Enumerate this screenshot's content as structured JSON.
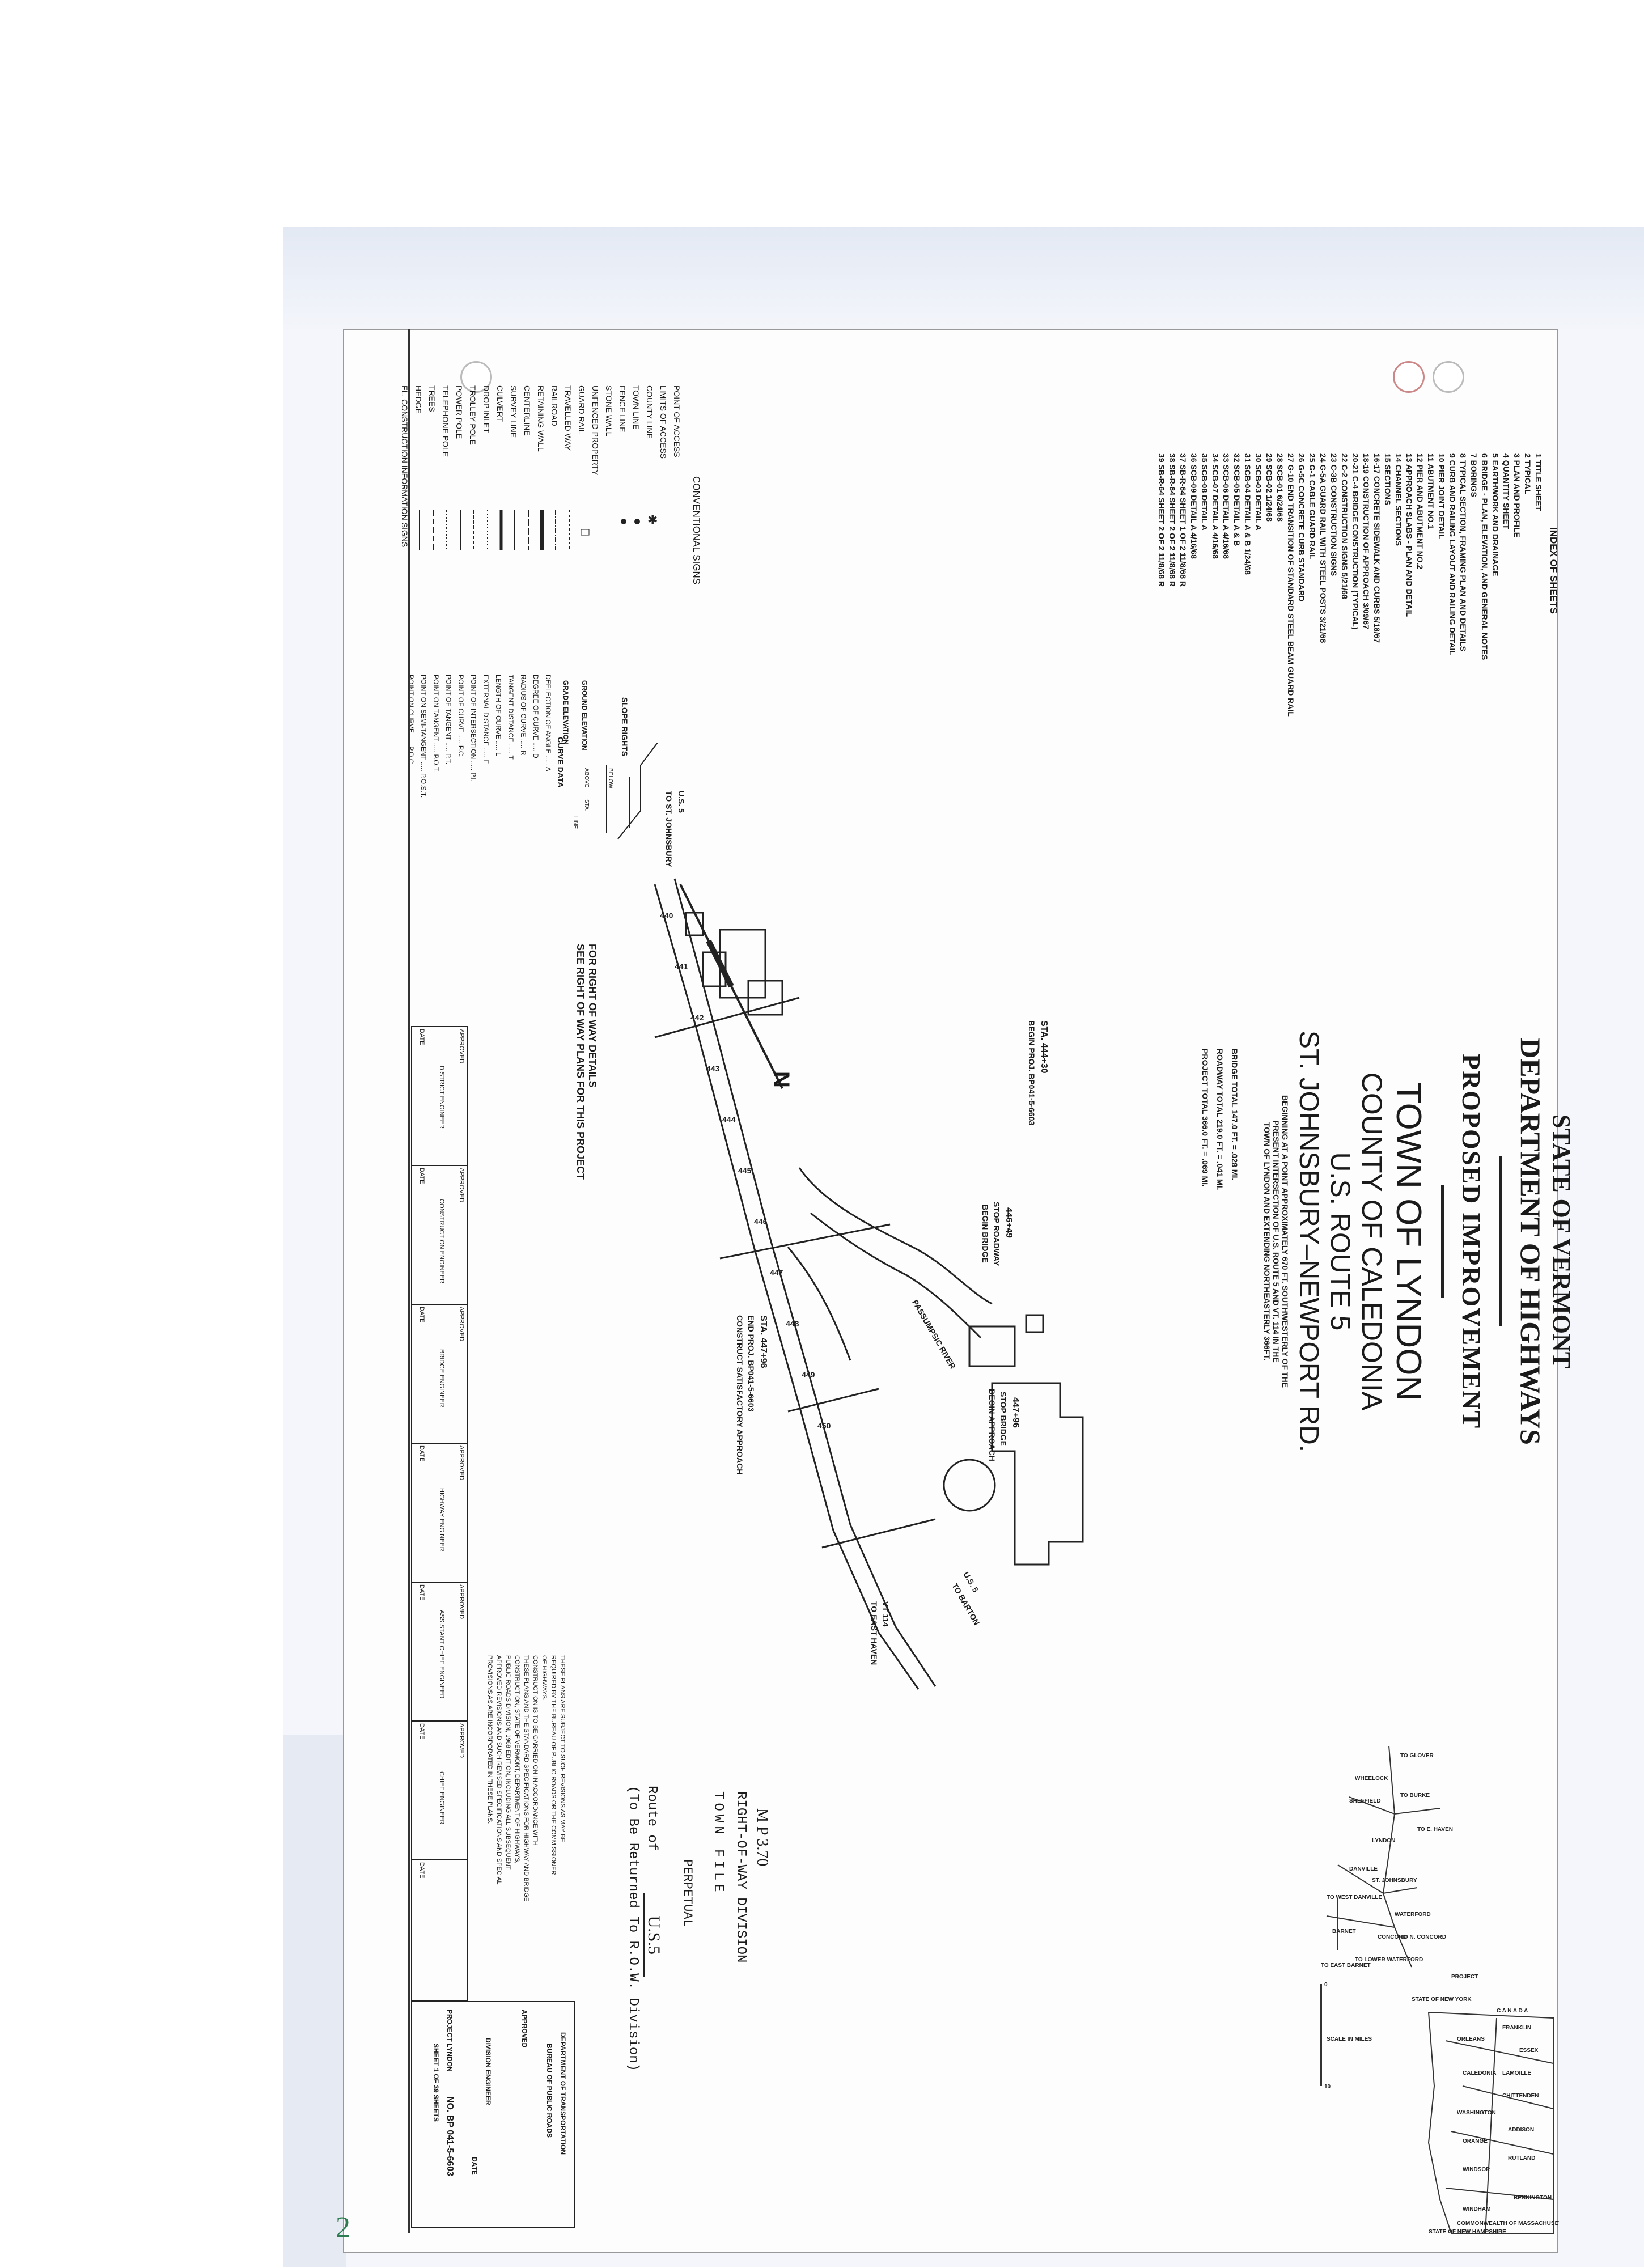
{
  "page_number": "2",
  "title_block": {
    "state": "STATE OF VERMONT",
    "department": "DEPARTMENT OF HIGHWAYS",
    "proposed": "PROPOSED IMPROVEMENT",
    "town": "TOWN OF LYNDON",
    "county": "COUNTY OF CALEDONIA",
    "route": "U.S. ROUTE 5",
    "road": "ST. JOHNSBURY–NEWPORT RD.",
    "desc_lines": [
      "BEGINNING AT A POINT APPROXIMATELY 670 FT. SOUTHWESTERLY OF THE",
      "PRESENT INTERSECTION OF U.S. ROUTE 5 AND VT. 114 IN THE",
      "TOWN OF LYNDON AND EXTENDING NORTHEASTERLY 366FT."
    ],
    "totals": [
      "BRIDGE TOTAL   147.0 FT. = .028 MI.",
      "ROADWAY TOTAL   219.0 FT. = .041 MI.",
      "PROJECT TOTAL   366.0 FT. = .069 MI."
    ]
  },
  "index": {
    "heading": "INDEX OF SHEETS",
    "rows": [
      "1  TITLE SHEET",
      "2  TYPICAL",
      "3  PLAN AND PROFILE",
      "4  QUANTITY SHEET",
      "5  EARTHWORK AND DRAINAGE",
      "6  BRIDGE - PLAN, ELEVATION, AND GENERAL NOTES",
      "7    BORINGS",
      "8    TYPICAL SECTION, FRAMING PLAN AND DETAILS",
      "9    CURB AND RAILING LAYOUT AND RAILING DETAIL",
      "10   PIER JOINT DETAIL",
      "11   ABUTMENT NO.1",
      "12   PIER AND ABUTMENT NO.2",
      "13   APPROACH SLABS - PLAN AND DETAIL",
      "14  CHANNEL SECTIONS",
      "15  SECTIONS",
      "16-17  CONCRETE SIDEWALK AND CURBS 5/18/67",
      "18-19  CONSTRUCTION OF APPROACH 3/09/67",
      "20-21  C-4 BRIDGE CONSTRUCTION (TYPICAL)",
      "22  C-2 CONSTRUCTION SIGNS 5/21/68",
      "23  C-3B CONSTRUCTION SIGNS",
      "24  G-5A GUARD RAIL WITH STEEL POSTS 3/21/68",
      "25  G-1 CABLE GUARD RAIL",
      "26  G-5C CONCRETE CURB STANDARD",
      "27  G-10 END TRANSITION OF STANDARD STEEL BEAM GUARD RAIL",
      "28  SCB-01  6/24/68",
      "29  SCB-02  1/24/68",
      "30  SCB-03  DETAIL A",
      "31  SCB-04  DETAIL A & B  1/24/68",
      "32  SCB-05  DETAIL A & B",
      "33  SCB-06  DETAIL A  4/16/68",
      "34  SCB-07  DETAIL A  4/16/68",
      "35  SCB-08  DETAIL A",
      "36  SCB-09  DETAIL A  4/16/68",
      "37  SB-R-64  SHEET 1 OF 2  11/8/68 R",
      "38  SB-R-64  SHEET 2 OF 2  11/8/68 R",
      "39  SB-R-64  SHEET 2 OF 2  11/8/68 R"
    ]
  },
  "conventional_signs": {
    "heading": "CONVENTIONAL SIGNS",
    "rows": [
      "POINT OF ACCESS",
      "LIMITS OF ACCESS",
      "COUNTY LINE",
      "TOWN LINE",
      "FENCE LINE",
      "STONE WALL",
      "UNFENCED PROPERTY",
      "GUARD RAIL",
      "TRAVELLED WAY",
      "RAILROAD",
      "RETAINING WALL",
      "CENTERLINE",
      "SURVEY LINE",
      "CULVERT",
      "DROP INLET",
      "TROLLEY POLE",
      "POWER POLE",
      "TELEPHONE POLE",
      "TREES",
      "HEDGE",
      "FL. CONSTRUCTION INFORMATION SIGNS"
    ]
  },
  "slope_rights": {
    "label": "SLOPE RIGHTS",
    "ground": "GROUND ELEVATION",
    "grade": "GRADE ELEVATION",
    "below": "BELOW",
    "above": "ABOVE",
    "sta": "STA.",
    "line": "LINE"
  },
  "curve_data": {
    "heading": "CURVE DATA",
    "rows": [
      "DEFLECTION OF ANGLE ..... Δ",
      "DEGREE OF CURVE ..... D",
      "RADIUS OF CURVE ..... R",
      "TANGENT DISTANCE ..... T",
      "LENGTH OF CURVE ..... L",
      "EXTERNAL DISTANCE ..... E",
      "POINT OF INTERSECTION ..... P.I.",
      "POINT OF CURVE ..... P.C.",
      "POINT OF TANGENT ..... P.T.",
      "POINT ON TANGENT ..... P.O.T.",
      "POINT ON SEMI-TANGENT ..... P.O.S.T.",
      "POINT ON CURVE ..... P.O.C."
    ]
  },
  "plan": {
    "us5_south": "U.S. 5",
    "to_st_johnsbury": "TO ST. JOHNSBURY",
    "sta_begin": "STA. 444+30",
    "begin_proj": "BEGIN PROJ. BP041-5-6603",
    "sta_stop_road": "446+49",
    "stop_roadway": "STOP ROADWAY",
    "begin_bridge": "BEGIN BRIDGE",
    "river": "PASSUMPSIC RIVER",
    "sta_stop_bridge": "447+96",
    "stop_bridge": "STOP BRIDGE",
    "begin_approach": "BEGIN APPROACH",
    "sta_end": "STA. 447+96",
    "end_proj": "END PROJ. BP041-5-6603",
    "construct": "CONSTRUCT SATISFACTORY APPROACH",
    "us5_north": "U.S. 5",
    "to_barton": "TO BARTON",
    "vt114": "VT 114",
    "to_east_haven": "TO EAST HAVEN",
    "north_arrow": "N",
    "stations": [
      "440",
      "441",
      "442",
      "443",
      "444",
      "445",
      "446",
      "447",
      "448",
      "449",
      "450"
    ]
  },
  "row_note": {
    "line1": "FOR RIGHT OF WAY DETAILS",
    "line2": "SEE RIGHT OF WAY PLANS FOR THIS PROJECT"
  },
  "plans_note": [
    "THESE PLANS ARE SUBJECT TO SUCH REVISIONS AS MAY BE",
    "REQUIRED BY THE BUREAU OF PUBLIC ROADS OR THE COMMISSIONER",
    "OF HIGHWAYS.",
    "CONSTRUCTION IS TO BE CARRIED ON IN ACCORDANCE WITH",
    "THESE PLANS AND THE STANDARD SPECIFICATIONS FOR HIGHWAY AND BRIDGE",
    "CONSTRUCTION, STATE OF VERMONT, DEPARTMENT OF HIGHWAYS,",
    "PUBLIC ROADS DIVISION, 1968 EDITION, INCLUDING ALL SUBSEQUENT",
    "APPROVED REVISIONS AND SUCH REVISED SPECIFICATIONS AND SPECIAL",
    "PROVISIONS AS ARE INCORPORATED IN THESE PLANS."
  ],
  "approvals": [
    {
      "approved": "APPROVED",
      "role": "DISTRICT ENGINEER",
      "date": "DATE"
    },
    {
      "approved": "APPROVED",
      "role": "CONSTRUCTION ENGINEER",
      "date": "DATE"
    },
    {
      "approved": "APPROVED",
      "role": "BRIDGE ENGINEER",
      "date": "DATE"
    },
    {
      "approved": "APPROVED",
      "role": "HIGHWAY ENGINEER",
      "date": "DATE"
    },
    {
      "approved": "APPROVED",
      "role": "ASSISTANT CHIEF ENGINEER",
      "date": "DATE"
    },
    {
      "approved": "APPROVED",
      "role": "CHIEF ENGINEER",
      "date": "DATE"
    },
    {
      "approved": "",
      "role": "",
      "date": "DATE"
    }
  ],
  "handwritten": {
    "mp": "M P 3.70",
    "row_division": "RIGHT-OF-WAY DIVISION",
    "town_file": "TOWN FILE",
    "perpetual": "PERPETUAL",
    "route_label": "Route of",
    "route_value": "U.S.5",
    "return_note": "(To Be Returned To R.O.W. Division)"
  },
  "dept_box": {
    "line1": "DEPARTMENT OF TRANSPORTATION",
    "line2": "BUREAU OF PUBLIC ROADS",
    "approved": "APPROVED",
    "division": "DIVISION ENGINEER",
    "date": "DATE",
    "project": "PROJECT LYNDON",
    "project_no": "NO. BP 041-5-6603",
    "sheet": "SHEET 1 OF 39 SHEETS"
  },
  "location_map": {
    "canada": "C A N A D A",
    "counties": [
      "FRANKLIN",
      "ORLEANS",
      "ESSEX",
      "LAMOILLE",
      "CALEDONIA",
      "CHITTENDEN",
      "WASHINGTON",
      "ADDISON",
      "ORANGE",
      "RUTLAND",
      "WINDSOR",
      "BENNINGTON",
      "WINDHAM"
    ],
    "project_label": "PROJECT",
    "state_label": "STATE OF NEW YORK",
    "nh_label": "STATE OF NEW HAMPSHIRE",
    "mass_label": "COMMONWEALTH OF MASSACHUSETTS",
    "scale": "SCALE IN MILES",
    "scale_ticks": [
      "0",
      "10"
    ],
    "towns": [
      "TO GLOVER",
      "TO BURKE",
      "TO E. HAVEN",
      "WHEELOCK",
      "SHEFFIELD",
      "LYNDON",
      "DANVILLE",
      "ST. JOHNSBURY",
      "WATERFORD",
      "CONCORD",
      "BARNET",
      "TO WEST DANVILLE",
      "TO LOWER WATERFORD",
      "TO EAST BARNET",
      "TO N. CONCORD"
    ]
  }
}
